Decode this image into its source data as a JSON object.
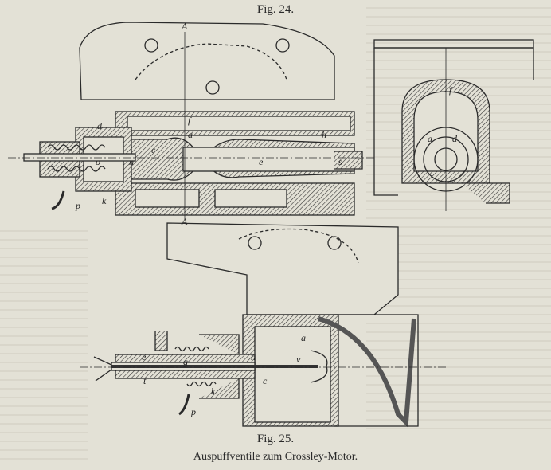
{
  "figures": {
    "fig24_caption": "Fig. 24.",
    "fig25_caption": "Fig. 25.",
    "title": "Auspuffventile zum Crossley-Motor."
  },
  "labels": {
    "fig24": {
      "A_top": "A",
      "A_bottom": "A",
      "f": "f",
      "a": "a",
      "d": "d",
      "c": "c",
      "e": "e",
      "s": "s",
      "h": "h",
      "n": "n",
      "o": "o",
      "p": "p",
      "k": "k"
    },
    "fig24_side": {
      "f": "f",
      "a": "a",
      "d": "d"
    },
    "fig25": {
      "e": "e",
      "g": "g",
      "t": "t",
      "p": "p",
      "k": "k",
      "n": "n",
      "v": "v",
      "c": "c",
      "a": "a"
    }
  },
  "colors": {
    "paper": "#e3e1d6",
    "ink": "#2a2a2a"
  }
}
